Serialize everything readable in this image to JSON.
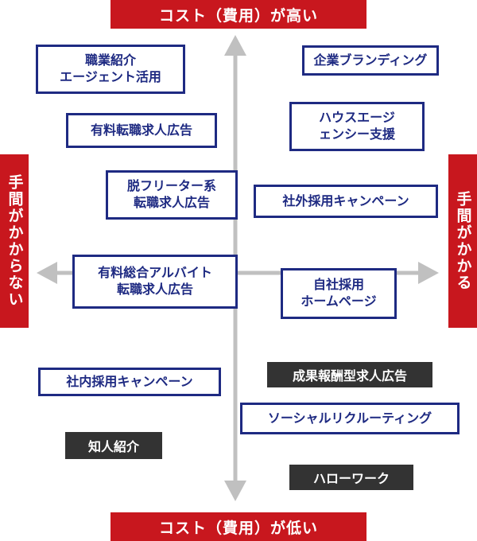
{
  "banners": {
    "top": "コスト（費用）が高い",
    "bottom": "コスト（費用）が低い",
    "left": "手間がかからない",
    "right": "手間がかかる"
  },
  "outlined_items": [
    "職業紹介\nエージェント活用",
    "有料転職求人広告",
    "脱フリーター系\n転職求人広告",
    "有料総合アルバイト\n転職求人広告",
    "社内採用キャンペーン",
    "企業ブランディング",
    "ハウスエージ\nェンシー支援",
    "社外採用キャンペーン",
    "自社採用\nホームページ",
    "ソーシャルリクルーティング"
  ],
  "dark_items": [
    "成果報酬型求人広告",
    "知人紹介",
    "ハローワーク"
  ],
  "colors": {
    "banner": "#c8171e",
    "box_border": "#1e2a82",
    "dark_box": "#333333",
    "axis": "#c0c0c0"
  }
}
